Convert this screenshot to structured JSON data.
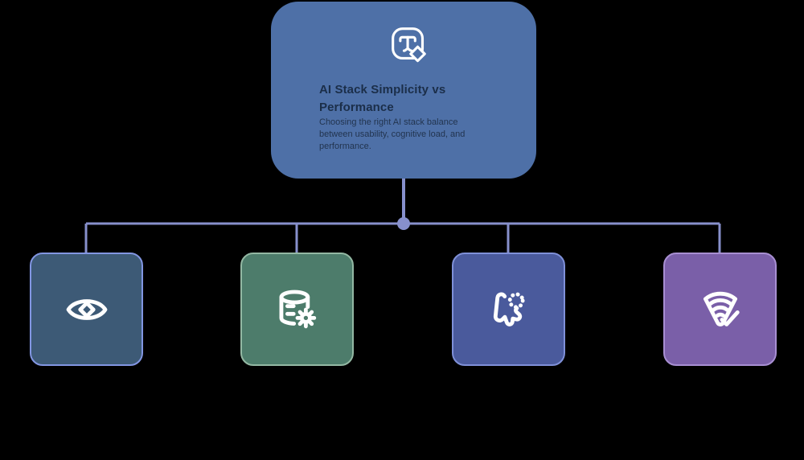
{
  "canvas": {
    "bg": "#000000"
  },
  "root_node": {
    "title": "AI Stack Simplicity vs Performance",
    "description": "Choosing the right AI stack balance between usability, cognitive load, and performance.",
    "icon": "type-sparkle-icon",
    "fill": "#4e70a7",
    "title_color": "#1b2e49",
    "desc_color": "#22344f"
  },
  "connector": {
    "color": "#8790cc"
  },
  "children": [
    {
      "id": "visibility",
      "icon": "eye-icon",
      "fill": "#3d5a76",
      "border": "#8296e2"
    },
    {
      "id": "data-processing",
      "icon": "database-gear-icon",
      "fill": "#4d7c6b",
      "border": "#93b8a3"
    },
    {
      "id": "cursor-select",
      "icon": "cursor-select-icon",
      "fill": "#4a5a9c",
      "border": "#7f90d8"
    },
    {
      "id": "signal-check",
      "icon": "wifi-check-icon",
      "fill": "#7a5fa8",
      "border": "#a88fd2"
    }
  ]
}
